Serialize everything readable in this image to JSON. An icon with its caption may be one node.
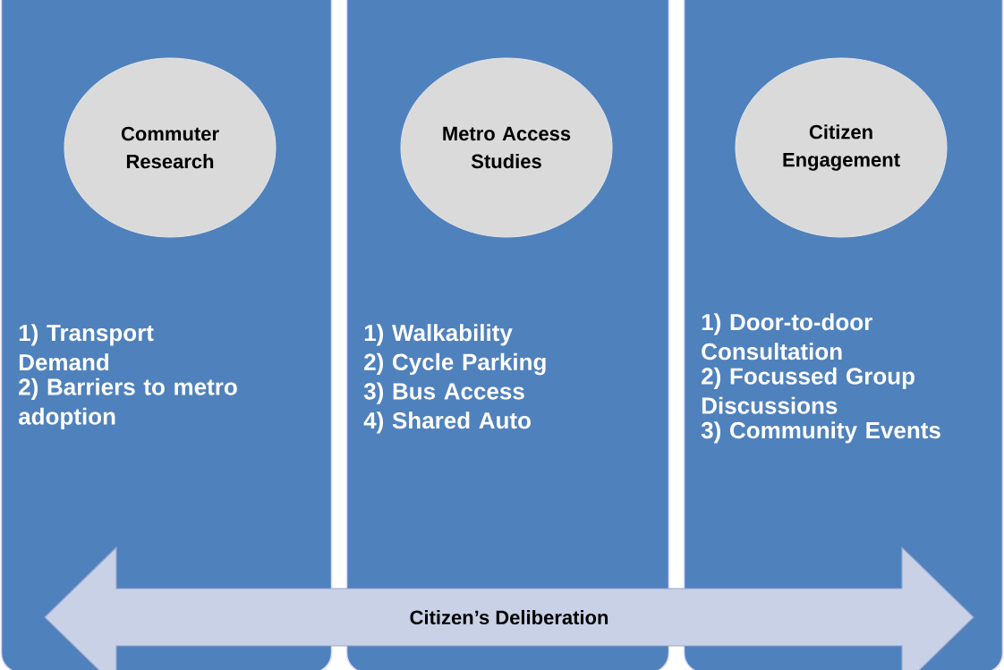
{
  "diagram": {
    "nodes": [
      {
        "text": [
          "1) Transport Demand",
          "2) Barriers to metro adoption"
        ]
      },
      {
        "text": [
          "Commuter Research"
        ],
        "in": 0
      },
      {
        "text": [
          "1) Walkability",
          "2) Cycle Parking",
          "3) Bus Access",
          "4) Shared Auto"
        ]
      },
      {
        "text": [
          "Metro Access Studies"
        ],
        "in": 2
      },
      {
        "text": [
          "1) Door-to-door Consultation",
          "2) Focussed Group Discussions",
          "3) Community Events"
        ]
      },
      {
        "text": [
          "Citizen Engagement"
        ],
        "in": 4
      },
      {
        "text": [
          "Citizen’s Deliberation"
        ]
      }
    ]
  }
}
